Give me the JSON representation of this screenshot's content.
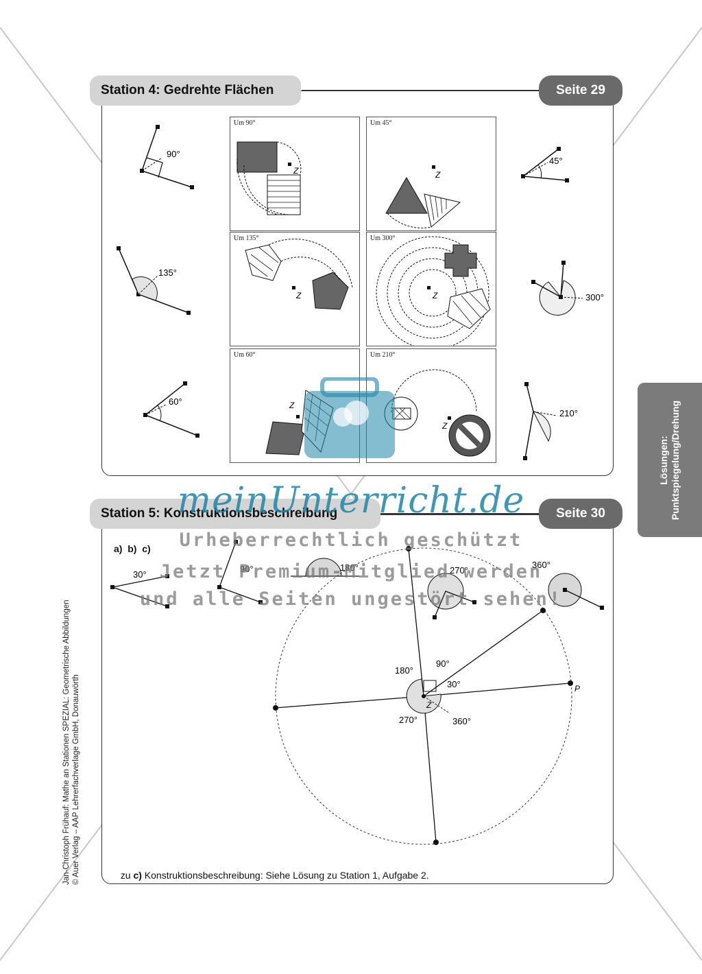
{
  "station4": {
    "title": "Station 4: Gedrehte Flächen",
    "page": "Seite 29",
    "cells": [
      {
        "label": "Um 90°",
        "center": "Z"
      },
      {
        "label": "Um 45°",
        "center": "Z"
      },
      {
        "label": "Um 135°",
        "center": "Z"
      },
      {
        "label": "Um 300°",
        "center": "Z"
      },
      {
        "label": "Um 60°",
        "center": "Z"
      },
      {
        "label": "Um 210°",
        "center": "Z"
      }
    ],
    "angles_left": [
      "90°",
      "135°",
      "60°"
    ],
    "angles_right": [
      "45°",
      "300°",
      "210°"
    ]
  },
  "station5": {
    "title": "Station 5: Konstruktionsbeschreibung",
    "page": "Seite 30",
    "parts_label": "a)  b)  c)",
    "small_angles": [
      "30°",
      "90°",
      "180°",
      "270°",
      "360°"
    ],
    "center_angles": [
      "180°",
      "90°",
      "30°",
      "270°",
      "360°"
    ],
    "center_label": "Z",
    "point_label": "P",
    "footnote_prefix": "zu ",
    "footnote_bold": "c)",
    "footnote_text": " Konstruktionsbeschreibung: Siehe Lösung zu Station 1, Aufgabe 2."
  },
  "side_tab": {
    "line1": "Lösungen:",
    "line2": "Punktspiegelung/Drehung"
  },
  "credit": {
    "line1": "Jan-Christoph Frühauf: Mathe an Stationen SPEZIAL: Geometrische Abbildungen",
    "line2": "© Auer Verlag – AAP Lehrerfachverlage GmbH, Donauwörth"
  },
  "watermark": {
    "logo": "meinUnterricht.de",
    "line1": "Urheberrechtlich geschützt",
    "line2": "Jetzt Premium-Mitglied werden",
    "line3": "und alle Seiten ungestört sehen!"
  },
  "colors": {
    "title_pill": "#d4d4d4",
    "page_pill": "#6a6a6a",
    "side_tab": "#7b7b7b",
    "watermark_logo": "#1f86a8"
  }
}
